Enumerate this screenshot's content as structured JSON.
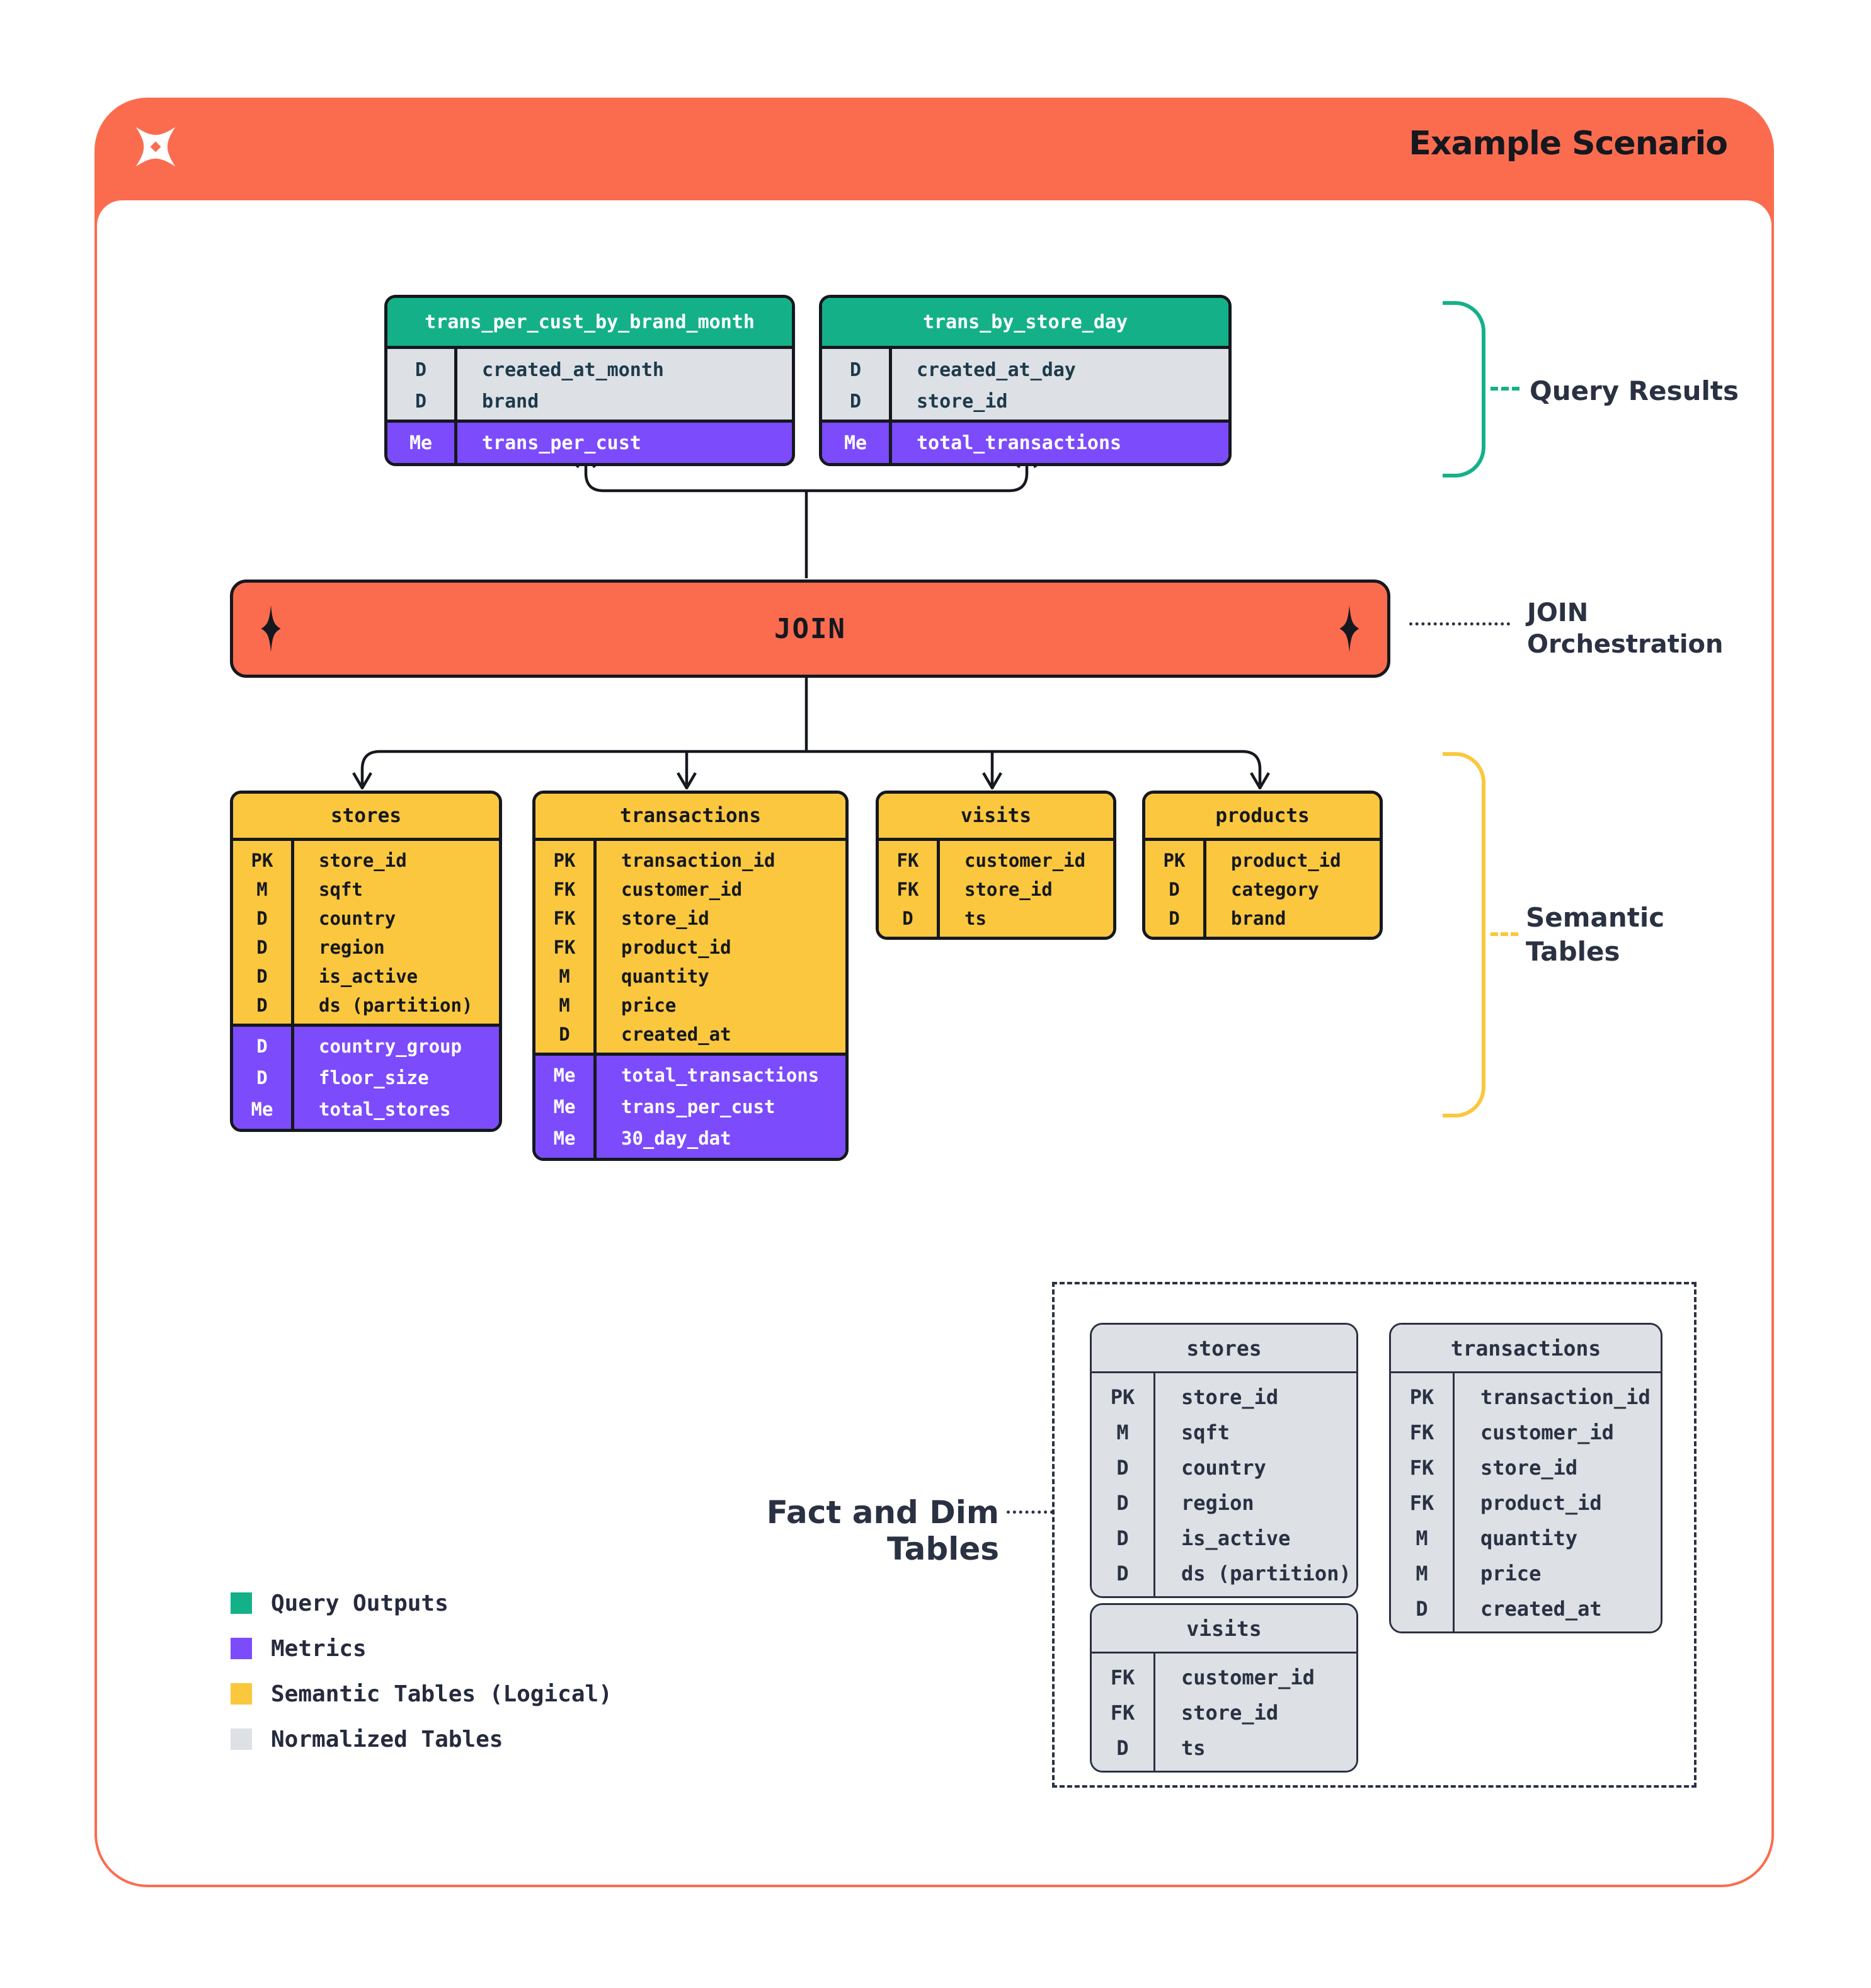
{
  "header": {
    "title": "Example Scenario",
    "logo": "pinwheel-star-icon"
  },
  "join": {
    "label": "JOIN"
  },
  "annotations": {
    "query_results": "Query Results",
    "join_orchestration": [
      "JOIN",
      "Orchestration"
    ],
    "semantic_tables": [
      "Semantic",
      "Tables"
    ],
    "fact_dim": "Fact and Dim Tables"
  },
  "colors": {
    "orange": "#FB6C4F",
    "green": "#14B189",
    "purple": "#7C4BFC",
    "yellow": "#FBC73E",
    "table_gray": "#DDE1E6",
    "ink": "#15181E",
    "navy": "#2A3142",
    "query_row_text": "#1D3A4A"
  },
  "query_tables": [
    {
      "name": "trans_per_cust_by_brand_month",
      "rows": [
        {
          "badge": "D",
          "field": "created_at_month"
        },
        {
          "badge": "D",
          "field": "brand"
        }
      ],
      "metrics": [
        {
          "badge": "Me",
          "field": "trans_per_cust"
        }
      ]
    },
    {
      "name": "trans_by_store_day",
      "rows": [
        {
          "badge": "D",
          "field": "created_at_day"
        },
        {
          "badge": "D",
          "field": "store_id"
        }
      ],
      "metrics": [
        {
          "badge": "Me",
          "field": "total_transactions"
        }
      ]
    }
  ],
  "semantic_tables": [
    {
      "name": "stores",
      "rows": [
        {
          "badge": "PK",
          "field": "store_id"
        },
        {
          "badge": "M",
          "field": "sqft"
        },
        {
          "badge": "D",
          "field": "country"
        },
        {
          "badge": "D",
          "field": "region"
        },
        {
          "badge": "D",
          "field": "is_active"
        },
        {
          "badge": "D",
          "field": "ds (partition)"
        }
      ],
      "metrics": [
        {
          "badge": "D",
          "field": "country_group"
        },
        {
          "badge": "D",
          "field": "floor_size"
        },
        {
          "badge": "Me",
          "field": "total_stores"
        }
      ]
    },
    {
      "name": "transactions",
      "rows": [
        {
          "badge": "PK",
          "field": "transaction_id"
        },
        {
          "badge": "FK",
          "field": "customer_id"
        },
        {
          "badge": "FK",
          "field": "store_id"
        },
        {
          "badge": "FK",
          "field": "product_id"
        },
        {
          "badge": "M",
          "field": "quantity"
        },
        {
          "badge": "M",
          "field": "price"
        },
        {
          "badge": "D",
          "field": "created_at"
        }
      ],
      "metrics": [
        {
          "badge": "Me",
          "field": "total_transactions"
        },
        {
          "badge": "Me",
          "field": "trans_per_cust"
        },
        {
          "badge": "Me",
          "field": "30_day_dat"
        }
      ]
    },
    {
      "name": "visits",
      "rows": [
        {
          "badge": "FK",
          "field": "customer_id"
        },
        {
          "badge": "FK",
          "field": "store_id"
        },
        {
          "badge": "D",
          "field": "ts"
        }
      ],
      "metrics": []
    },
    {
      "name": "products",
      "rows": [
        {
          "badge": "PK",
          "field": "product_id"
        },
        {
          "badge": "D",
          "field": "category"
        },
        {
          "badge": "D",
          "field": "brand"
        }
      ],
      "metrics": []
    }
  ],
  "normalized_tables": [
    {
      "name": "stores",
      "rows": [
        {
          "badge": "PK",
          "field": "store_id"
        },
        {
          "badge": "M",
          "field": "sqft"
        },
        {
          "badge": "D",
          "field": "country"
        },
        {
          "badge": "D",
          "field": "region"
        },
        {
          "badge": "D",
          "field": "is_active"
        },
        {
          "badge": "D",
          "field": "ds (partition)"
        }
      ]
    },
    {
      "name": "transactions",
      "rows": [
        {
          "badge": "PK",
          "field": "transaction_id"
        },
        {
          "badge": "FK",
          "field": "customer_id"
        },
        {
          "badge": "FK",
          "field": "store_id"
        },
        {
          "badge": "FK",
          "field": "product_id"
        },
        {
          "badge": "M",
          "field": "quantity"
        },
        {
          "badge": "M",
          "field": "price"
        },
        {
          "badge": "D",
          "field": "created_at"
        }
      ]
    },
    {
      "name": "visits",
      "rows": [
        {
          "badge": "FK",
          "field": "customer_id"
        },
        {
          "badge": "FK",
          "field": "store_id"
        },
        {
          "badge": "D",
          "field": "ts"
        }
      ]
    }
  ],
  "legend": [
    {
      "label": "Query Outputs",
      "color": "#14B189"
    },
    {
      "label": "Metrics",
      "color": "#7C4BFC"
    },
    {
      "label": "Semantic Tables (Logical)",
      "color": "#FBC73E"
    },
    {
      "label": "Normalized Tables",
      "color": "#DDE1E6"
    }
  ]
}
